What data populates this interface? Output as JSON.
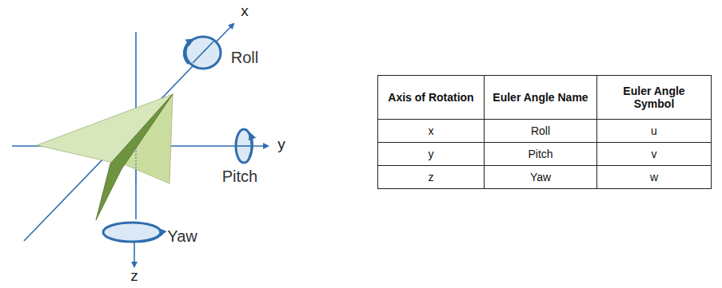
{
  "diagram": {
    "labels": [
      "x",
      "Roll",
      "y",
      "Pitch",
      "Yaw",
      "z",
      "Axis of Rotation",
      "Euler Angle Name",
      "Euler Angle Symbol",
      "x",
      "Roll",
      "u",
      "y",
      "Pitch",
      "v",
      "z",
      "Yaw",
      "w"
    ]
  }
}
